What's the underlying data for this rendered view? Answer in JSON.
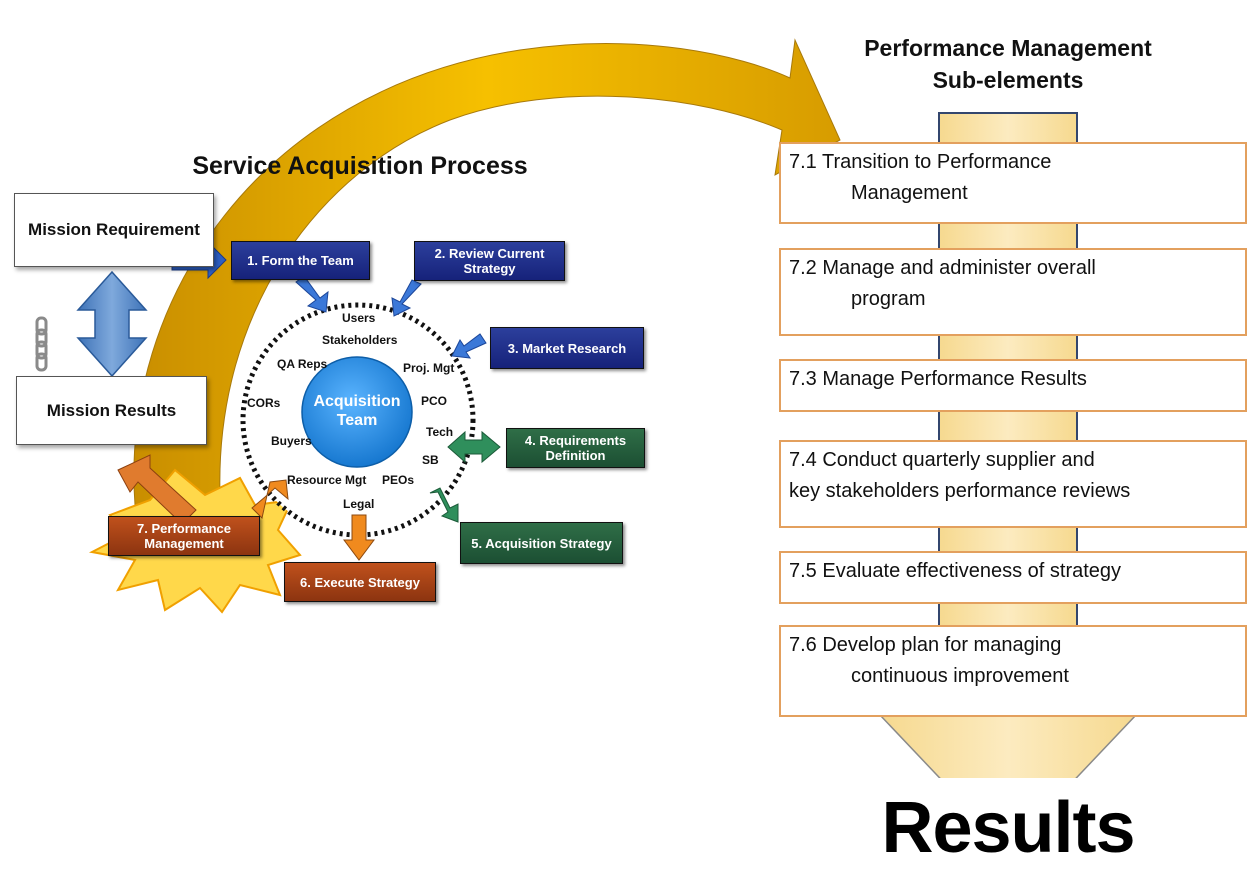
{
  "headings": {
    "process": "Service Acquisition Process",
    "pm_line1": "Performance Management",
    "pm_line2": "Sub-elements",
    "results": "Results"
  },
  "mission": {
    "requirement": "Mission Requirement",
    "results": "Mission Results"
  },
  "team": {
    "center": "Acquisition Team",
    "members": [
      "Users",
      "Stakeholders",
      "QA Reps",
      "Proj. Mgt",
      "CORs",
      "PCO",
      "Tech",
      "SB",
      "Buyers",
      "Resource Mgt",
      "PEOs",
      "Legal"
    ]
  },
  "steps": [
    {
      "label": "1. Form the Team"
    },
    {
      "label": "2. Review Current Strategy"
    },
    {
      "label": "3. Market Research"
    },
    {
      "label": "4. Requirements Definition"
    },
    {
      "label": "5. Acquisition Strategy"
    },
    {
      "label": "6. Execute Strategy"
    },
    {
      "label": "7. Performance Management"
    }
  ],
  "sub_elements": [
    {
      "line1": "7.1  Transition to Performance",
      "line2": "Management"
    },
    {
      "line1": "7.2  Manage and administer overall",
      "line2": "program"
    },
    {
      "line1": "7.3  Manage Performance Results",
      "line2": ""
    },
    {
      "line1": "7.4  Conduct quarterly supplier and",
      "line2": "key  stakeholders performance reviews"
    },
    {
      "line1": "7.5  Evaluate effectiveness of strategy",
      "line2": ""
    },
    {
      "line1": "7.6  Develop plan for managing",
      "line2": "continuous improvement"
    }
  ],
  "colors": {
    "step_blue": "#1f2e8a",
    "step_green": "#236040",
    "step_orange": "#a8441a",
    "gold_arrow": "#f2b200",
    "team_circle": "#1e90e8",
    "sub_border": "#e3a05e",
    "column_fill": "#f9e3a8"
  }
}
